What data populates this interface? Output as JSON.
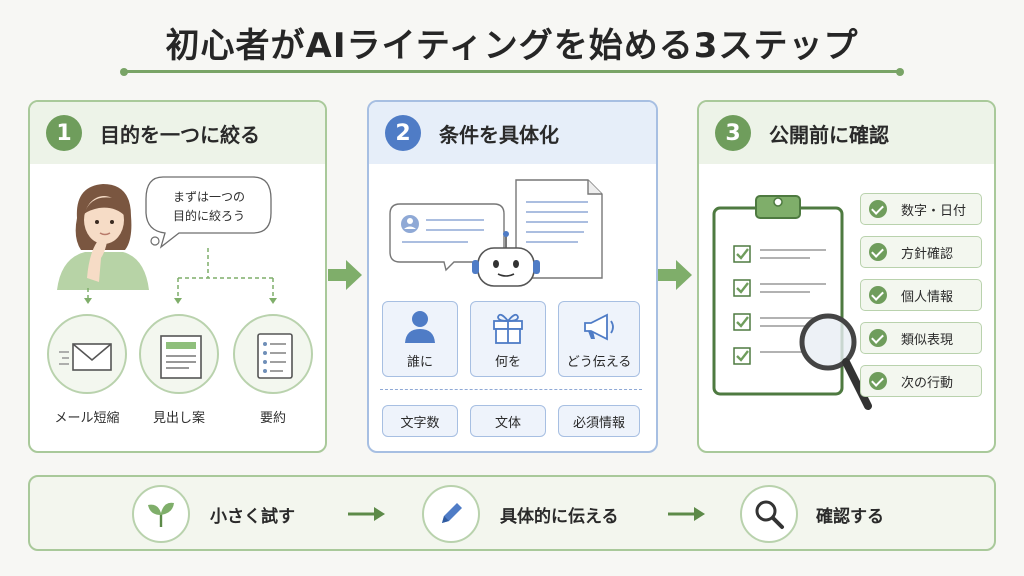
{
  "title": "初心者がAIライティングを始める3ステップ",
  "steps": [
    {
      "number": "1",
      "title": "目的を一つに絞る",
      "speech": [
        "まずは一つの",
        "目的に絞ろう"
      ],
      "items": [
        "メール短縮",
        "見出し案",
        "要約"
      ]
    },
    {
      "number": "2",
      "title": "条件を具体化",
      "boxes": [
        "誰に",
        "何を",
        "どう伝える"
      ],
      "conditions": [
        "文字数",
        "文体",
        "必須情報"
      ]
    },
    {
      "number": "3",
      "title": "公開前に確認",
      "checks": [
        "数字・日付",
        "方針確認",
        "個人情報",
        "類似表現",
        "次の行動"
      ]
    }
  ],
  "flow": [
    "小さく試す",
    "具体的に伝える",
    "確認する"
  ],
  "colors": {
    "green": "#6f9d5c",
    "blue": "#4f7cc6"
  }
}
